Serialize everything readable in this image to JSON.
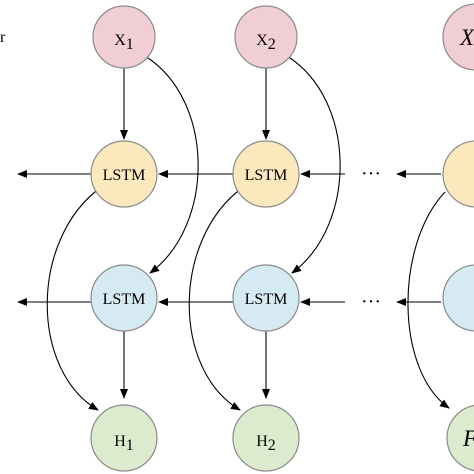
{
  "colors": {
    "input_fill": "#f1ced3",
    "forward_fill": "#fbe8bd",
    "backward_fill": "#d6eaf3",
    "output_fill": "#dcebcd",
    "node_stroke": "#8a8a8a",
    "edge": "#000000"
  },
  "left_edge_fragment": "r",
  "columns": [
    {
      "input": {
        "base": "X",
        "sub": "1"
      },
      "forward": {
        "label": "LSTM"
      },
      "backward": {
        "label": "LSTM"
      },
      "output": {
        "base": "H",
        "sub": "1"
      }
    },
    {
      "input": {
        "base": "X",
        "sub": "2"
      },
      "forward": {
        "label": "LSTM"
      },
      "backward": {
        "label": "LSTM"
      },
      "output": {
        "base": "H",
        "sub": "2"
      }
    },
    {
      "input": {
        "base": "X",
        "sub": ""
      },
      "forward": {
        "label": ""
      },
      "backward": {
        "label": ""
      },
      "output": {
        "base": "F",
        "sub": ""
      }
    }
  ],
  "ellipsis": {
    "forward": "···",
    "backward": "···"
  }
}
